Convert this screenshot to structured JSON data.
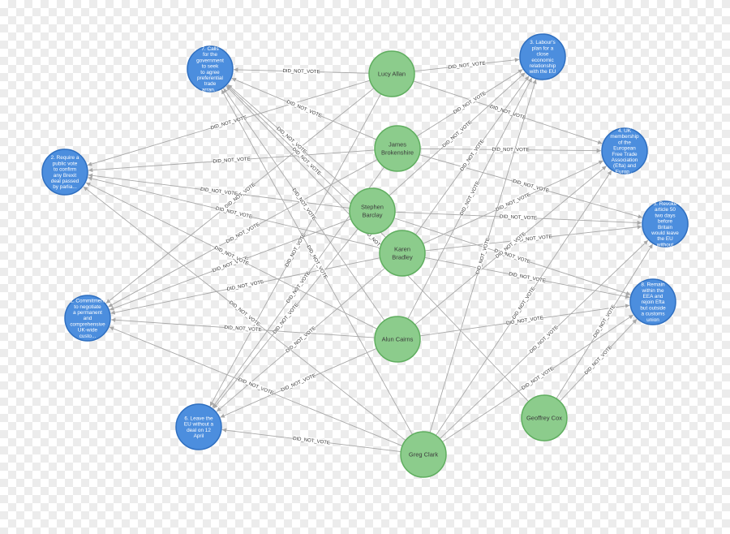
{
  "relationship_label": "DID_NOT_VOTE",
  "colors": {
    "person_fill": "#8ccc8c",
    "person_stroke": "#5fae5f",
    "person_text": "#3b3b3b",
    "motion_fill": "#4c8ede",
    "motion_stroke": "#2f6fc0",
    "motion_text": "#ffffff",
    "edge": "#a8a8a8"
  },
  "people": [
    {
      "id": "lucy",
      "name": "Lucy Allan"
    },
    {
      "id": "james",
      "name": "James Brokenshire"
    },
    {
      "id": "stephen",
      "name": "Stephen Barclay"
    },
    {
      "id": "karen",
      "name": "Karen Bradley"
    },
    {
      "id": "alun",
      "name": "Alun Cairns"
    },
    {
      "id": "greg",
      "name": "Greg Clark"
    },
    {
      "id": "geoffrey",
      "name": "Geoffrey Cox"
    }
  ],
  "motions": [
    {
      "id": "m7",
      "caption": "7. Calls for the government to seek to agree preferential trade arran..."
    },
    {
      "id": "m2",
      "caption": "2. Require a public vote to confirm any Brexit deal passed by parlia..."
    },
    {
      "id": "m1",
      "caption": "1. Commitment to negotiate a permanent and comprehensive UK-wide custo..."
    },
    {
      "id": "m6",
      "caption": "6. Leave the EU without a deal on 12 April"
    },
    {
      "id": "m3",
      "caption": "3. Labour's plan for a close economic relationship with the EU"
    },
    {
      "id": "m4",
      "caption": "4. UK membership of the European Free Trade Association (Efta) and Europ..."
    },
    {
      "id": "m5",
      "caption": "5. Revoke article 50 two days before Britain would leave the EU without"
    },
    {
      "id": "m8",
      "caption": "8. Remain within the EEA and rejoin Efta but outside a customs union"
    }
  ],
  "edges": [
    [
      "lucy",
      "m7"
    ],
    [
      "lucy",
      "m3"
    ],
    [
      "lucy",
      "m4"
    ],
    [
      "lucy",
      "m2"
    ],
    [
      "lucy",
      "m1"
    ],
    [
      "lucy",
      "m6"
    ],
    [
      "james",
      "m7"
    ],
    [
      "james",
      "m3"
    ],
    [
      "james",
      "m4"
    ],
    [
      "james",
      "m2"
    ],
    [
      "james",
      "m5"
    ],
    [
      "james",
      "m1"
    ],
    [
      "james",
      "m6"
    ],
    [
      "stephen",
      "m7"
    ],
    [
      "stephen",
      "m3"
    ],
    [
      "stephen",
      "m2"
    ],
    [
      "stephen",
      "m5"
    ],
    [
      "stephen",
      "m1"
    ],
    [
      "stephen",
      "m8"
    ],
    [
      "stephen",
      "m6"
    ],
    [
      "karen",
      "m7"
    ],
    [
      "karen",
      "m3"
    ],
    [
      "karen",
      "m4"
    ],
    [
      "karen",
      "m2"
    ],
    [
      "karen",
      "m5"
    ],
    [
      "karen",
      "m1"
    ],
    [
      "karen",
      "m8"
    ],
    [
      "karen",
      "m6"
    ],
    [
      "alun",
      "m7"
    ],
    [
      "alun",
      "m3"
    ],
    [
      "alun",
      "m4"
    ],
    [
      "alun",
      "m2"
    ],
    [
      "alun",
      "m1"
    ],
    [
      "alun",
      "m8"
    ],
    [
      "alun",
      "m6"
    ],
    [
      "greg",
      "m7"
    ],
    [
      "greg",
      "m3"
    ],
    [
      "greg",
      "m4"
    ],
    [
      "greg",
      "m2"
    ],
    [
      "greg",
      "m5"
    ],
    [
      "greg",
      "m1"
    ],
    [
      "greg",
      "m8"
    ],
    [
      "greg",
      "m6"
    ],
    [
      "geoffrey",
      "m5"
    ],
    [
      "geoffrey",
      "m8"
    ],
    [
      "geoffrey",
      "m7"
    ]
  ]
}
